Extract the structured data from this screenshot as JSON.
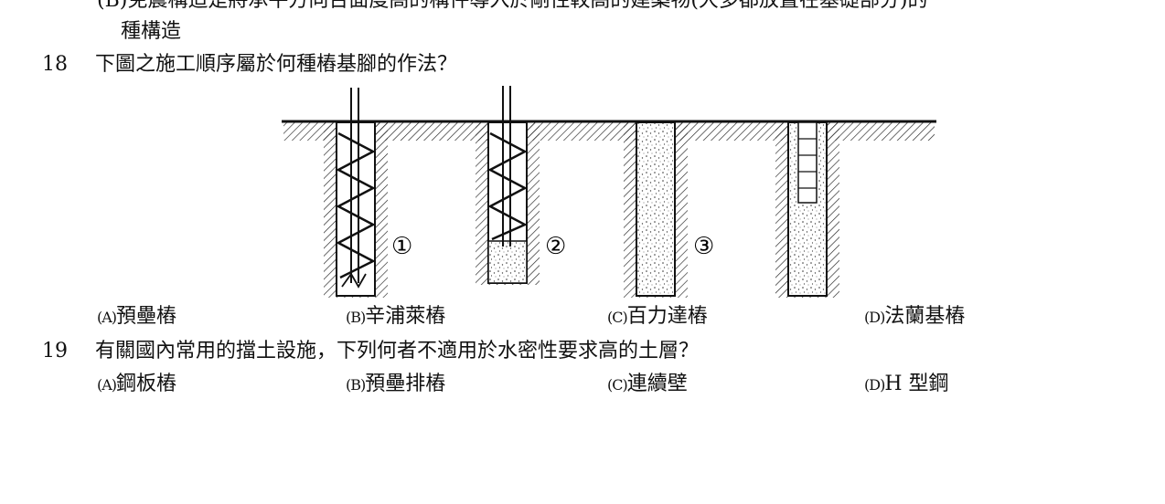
{
  "prev": {
    "line1": "(B)免震構造是將承平方向台面度高的構件導入於剛性較高的建築物(大多都放置在基礎部分)的",
    "line2": "種構造"
  },
  "q18": {
    "number": "18",
    "text": "下圖之施工順序屬於何種樁基腳的作法？",
    "figure_labels": [
      "①",
      "②",
      "③"
    ],
    "options": [
      {
        "mark": "(A)",
        "text": "預壘樁"
      },
      {
        "mark": "(B)",
        "text": "辛浦萊樁"
      },
      {
        "mark": "(C)",
        "text": "百力達樁"
      },
      {
        "mark": "(D)",
        "text": "法蘭基樁"
      }
    ]
  },
  "q19": {
    "number": "19",
    "text": "有關國內常用的擋土設施，下列何者不適用於水密性要求高的土層？",
    "options": [
      {
        "mark": "(A)",
        "text": "鋼板樁"
      },
      {
        "mark": "(B)",
        "text": "預壘排樁"
      },
      {
        "mark": "(C)",
        "text": "連續壁"
      },
      {
        "mark": "(D)",
        "text": "H 型鋼"
      }
    ]
  }
}
